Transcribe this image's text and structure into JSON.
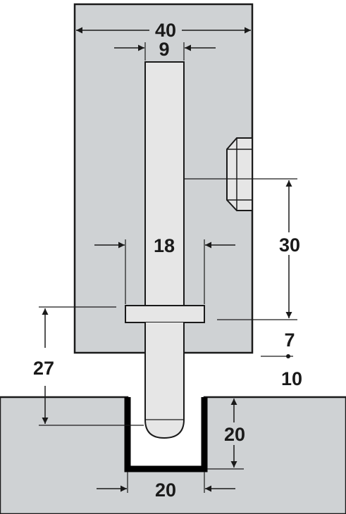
{
  "colors": {
    "panel_fill": "#cfd2d4",
    "part_fill": "#e6e6e6",
    "outline": "#1a1a1a",
    "dimension_line": "#1a1a1a",
    "groove_outline": "#000000"
  },
  "dimensions": {
    "panel_width": "40",
    "pin_diameter": "9",
    "collar_diameter": "18",
    "height_30": "30",
    "offset_7": "7",
    "offset_10": "10",
    "height_27": "27",
    "groove_depth": "20",
    "groove_width": "20"
  }
}
